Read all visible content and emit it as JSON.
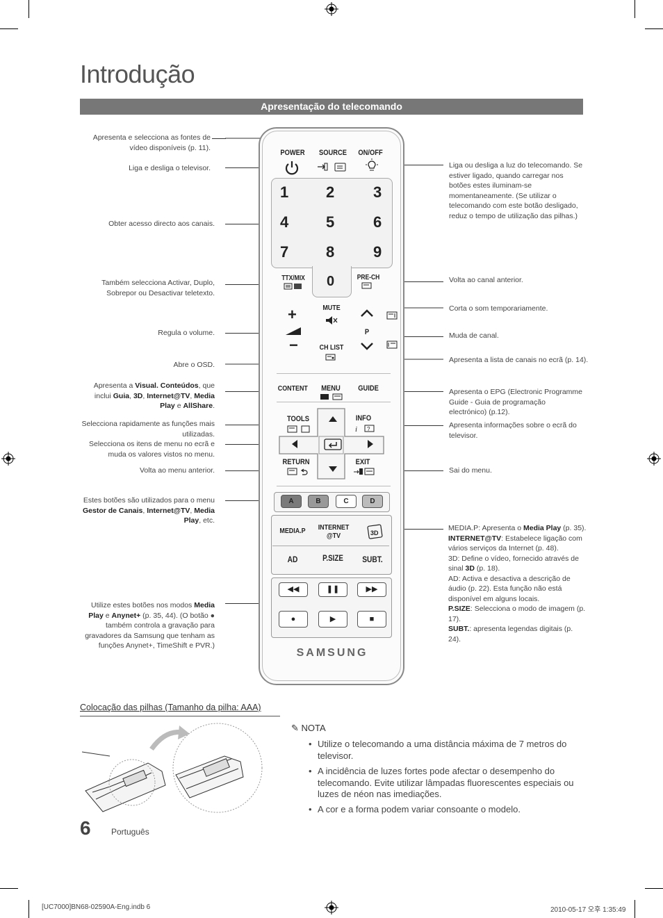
{
  "title": "Introdução",
  "section": "Apresentação do telecomando",
  "left_annotations": {
    "source": "Apresenta e selecciona as fontes de vídeo disponíveis (p. 11).",
    "power": "Liga e desliga o televisor.",
    "numbers": "Obter acesso directo aos canais.",
    "ttx": "Também selecciona Activar, Duplo, Sobrepor ou Desactivar teletexto.",
    "volume": "Regula o volume.",
    "menu": "Abre o OSD.",
    "content_pre": "Apresenta a ",
    "content_b1": "Visual. Conteúdos",
    "content_mid": ", que inclui ",
    "content_b2": "Guia",
    "content_b3": "3D",
    "content_b4": "Internet@TV",
    "content_b5": "Media Play",
    "content_and": " e ",
    "content_b6": "AllShare",
    "tools": "Selecciona rapidamente as funções mais utilizadas.",
    "arrows": "Selecciona os itens de menu no ecrã e muda os valores vistos no menu.",
    "return": "Volta ao menu anterior.",
    "colors_pre": "Estes botões são utilizados para o menu ",
    "colors_b1": "Gestor de Canais",
    "colors_b2": "Internet@TV",
    "colors_b3": "Media Play",
    "colors_post": ", etc.",
    "playback_pre": "Utilize estes botões nos modos ",
    "playback_b1": "Media Play",
    "playback_e": " e ",
    "playback_b2": "Anynet+",
    "playback_post": " (p. 35, 44). (O botão ● também controla a gravação para gravadores da Samsung que tenham as funções Anynet+, TimeShift e PVR.)"
  },
  "right_annotations": {
    "onoff": "Liga ou desliga a luz do telecomando. Se estiver ligado, quando carregar nos botões estes iluminam-se momentaneamente. (Se utilizar o telecomando com este botão desligado, reduz o tempo de utilização das pilhas.)",
    "prech": "Volta ao canal anterior.",
    "mute": "Corta o som temporariamente.",
    "channel": "Muda de canal.",
    "chlist": "Apresenta a lista de canais no ecrã (p. 14).",
    "guide": "Apresenta o EPG (Electronic Programme Guide - Guia de programação electrónico) (p.12).",
    "info": "Apresenta informações sobre o ecrã do televisor.",
    "exit": "Sai do menu.",
    "mediap_b": "MEDIA.P",
    "mediap_t1": ": Apresenta o ",
    "mediap_b2": "Media Play",
    "mediap_t2": " (p. 35).",
    "inet_b": "INTERNET@TV",
    "inet_t": ": Estabelece ligação com vários serviços da Internet (p. 48).",
    "d3_b": "3D",
    "d3_t1": ": Define o vídeo, fornecido através de sinal ",
    "d3_b2": "3D",
    "d3_t2": " (p. 18).",
    "ad_b": "AD",
    "ad_t": ": Activa e desactiva a descrição de áudio (p. 22). Esta função não está disponível em alguns locais.",
    "psize_b": "P.SIZE",
    "psize_t": ": Selecciona o modo de imagem (p. 17).",
    "subt_b": "SUBT.",
    "subt_t": ": apresenta legendas digitais (p. 24)."
  },
  "remote": {
    "power": "POWER",
    "source": "SOURCE",
    "onoff": "ON/OFF",
    "digits": [
      "1",
      "2",
      "3",
      "4",
      "5",
      "6",
      "7",
      "8",
      "9"
    ],
    "zero": "0",
    "ttxmix": "TTX/MIX",
    "prech": "PRE-CH",
    "mute": "MUTE",
    "p": "P",
    "chlist": "CH LIST",
    "content": "CONTENT",
    "menu": "MENU",
    "guide": "GUIDE",
    "tools": "TOOLS",
    "info": "INFO",
    "return": "RETURN",
    "exit": "EXIT",
    "colors": [
      "A",
      "B",
      "C",
      "D"
    ],
    "mediap": "MEDIA.P",
    "internet1": "INTERNET",
    "internet2": "@TV",
    "ad": "AD",
    "psize": "P.SIZE",
    "subt": "SUBT.",
    "brand": "SAMSUNG"
  },
  "batteries": {
    "heading": "Colocação das pilhas (Tamanho da pilha: AAA)",
    "note_label": "NOTA",
    "notes": [
      "Utilize o telecomando a uma distância máxima de 7 metros do televisor.",
      "A incidência de luzes fortes pode afectar o desempenho do telecomando. Evite utilizar lâmpadas fluorescentes especiais ou luzes de néon nas imediações.",
      "A cor e a forma podem variar consoante o modelo."
    ]
  },
  "page_number": "6",
  "language": "Português",
  "footer_left": "[UC7000]BN68-02590A-Eng.indb   6",
  "footer_right": "2010-05-17   오후 1:35:49"
}
